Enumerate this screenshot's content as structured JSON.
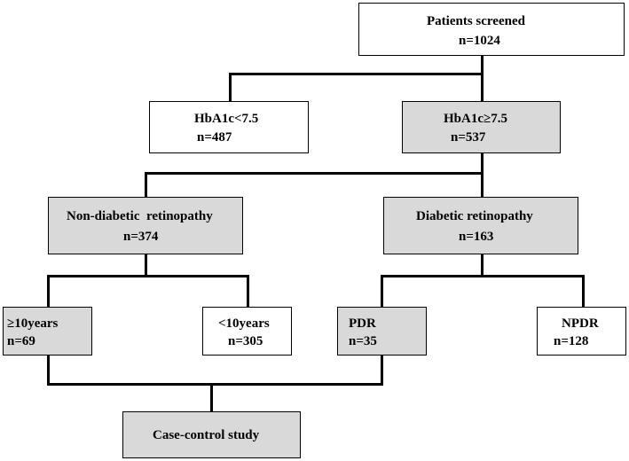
{
  "nodes": {
    "screened": {
      "title": "Patients screened",
      "count": "n=1024"
    },
    "hba1c_low": {
      "title": "HbA1c<7.5",
      "count": "n=487"
    },
    "hba1c_high": {
      "title": "HbA1c≥7.5",
      "count": "n=537"
    },
    "non_diabetic": {
      "title": "Non-diabetic  retinopathy",
      "count": "n=374"
    },
    "diabetic": {
      "title": "Diabetic retinopathy",
      "count": "n=163"
    },
    "ge10": {
      "title": "≥10years",
      "count": "n=69"
    },
    "lt10": {
      "title": "<10years",
      "count": "n=305"
    },
    "pdr": {
      "title": "PDR",
      "count": "n=35"
    },
    "npdr": {
      "title": "NPDR",
      "count": "n=128"
    },
    "case_control": {
      "title": "Case-control study"
    }
  },
  "colors": {
    "shaded_fill": "#d9d9d9",
    "plain_fill": "#ffffff",
    "stroke": "#000000"
  }
}
